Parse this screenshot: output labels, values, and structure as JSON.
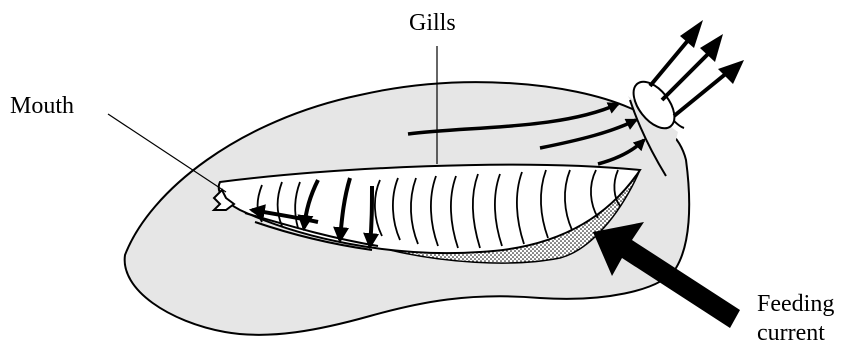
{
  "labels": {
    "gills": "Gills",
    "mouth": "Mouth",
    "feeding_line1": "Feeding",
    "feeding_line2": "current"
  },
  "colors": {
    "body_fill": "#e6e6e6",
    "outline": "#000000",
    "gill_fill": "#ffffff",
    "background": "#ffffff"
  },
  "icons": {
    "feeding_arrow": "large-black-arrow-icon",
    "exit_arrows": "outflow-arrow-icons",
    "mouth_arrow": "small-arrow-icon"
  }
}
